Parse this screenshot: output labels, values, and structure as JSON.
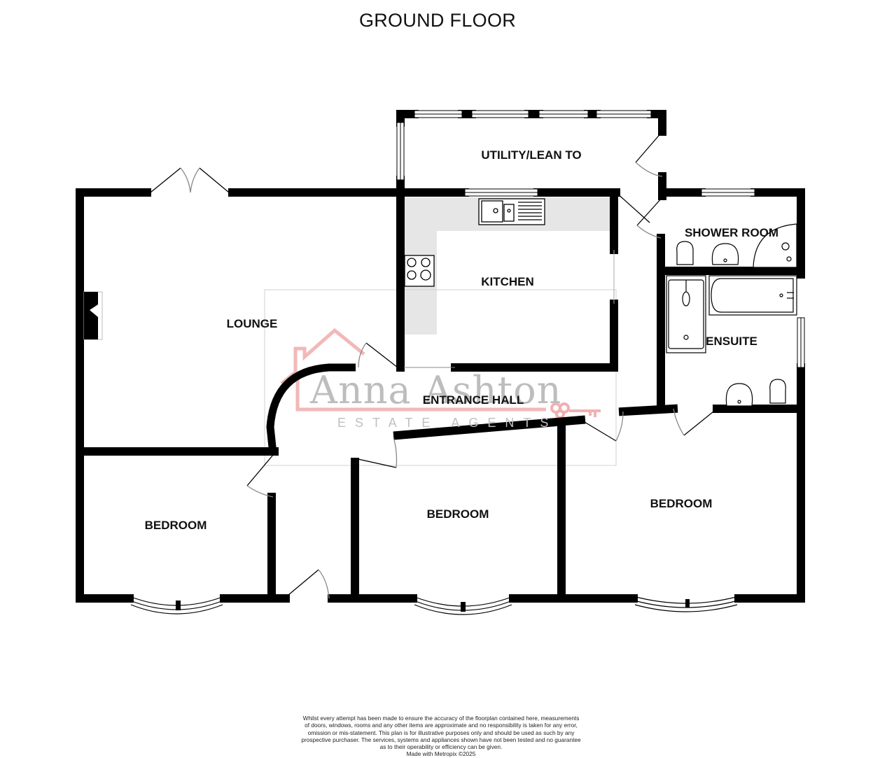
{
  "plan": {
    "title": "GROUND FLOOR",
    "rooms": [
      {
        "id": "utility",
        "label": "UTILITY/LEAN TO"
      },
      {
        "id": "lounge",
        "label": "LOUNGE"
      },
      {
        "id": "kitchen",
        "label": "KITCHEN"
      },
      {
        "id": "shower_room",
        "label": "SHOWER ROOM"
      },
      {
        "id": "ensuite",
        "label": "ENSUITE"
      },
      {
        "id": "entrance_hall",
        "label": "ENTRANCE HALL"
      },
      {
        "id": "bedroom_1",
        "label": "BEDROOM"
      },
      {
        "id": "bedroom_2",
        "label": "BEDROOM"
      },
      {
        "id": "bedroom_3",
        "label": "BEDROOM"
      }
    ],
    "fixtures": [
      "sink-icon",
      "hob-icon",
      "fireplace-icon",
      "toilet-icon",
      "basin-icon",
      "shower-tray-icon",
      "bath-icon"
    ]
  },
  "watermark": {
    "brand": "Anna Ashton",
    "tagline": "ESTATE AGENTS",
    "colors": {
      "house_outline": "#f2b8b8",
      "text": "#bdbdbd",
      "key": "#f2b0b0"
    }
  },
  "colors": {
    "wall": "#000000",
    "worktop": "#e6e6e6",
    "background": "#ffffff"
  },
  "disclaimer": {
    "lines": [
      "Whilst every attempt has been made to ensure the accuracy of the floorplan contained here, measurements",
      "of doors, windows, rooms and any other items are approximate and no responsibility is taken for any error,",
      "omission or mis-statement. This plan is for illustrative purposes only and should be used as such by any",
      "prospective purchaser. The services, systems and appliances shown have not been tested and no guarantee",
      "as to their operability or efficiency can be given."
    ],
    "credit": "Made with Metropix ©2025"
  }
}
